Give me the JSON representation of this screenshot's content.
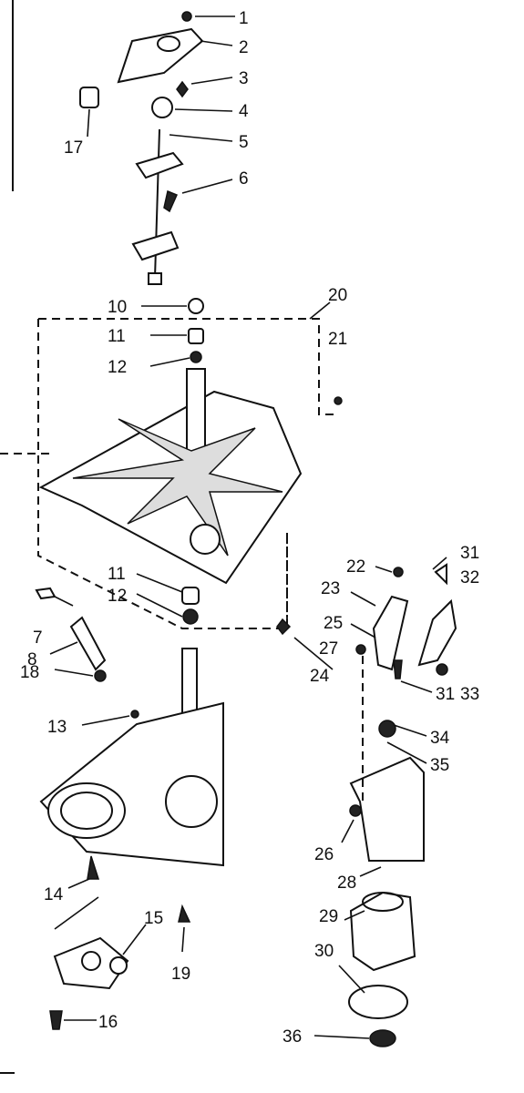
{
  "callouts": [
    "1",
    "2",
    "3",
    "4",
    "5",
    "6",
    "17",
    "10",
    "11",
    "12",
    "20",
    "21",
    "11",
    "12",
    "7",
    "8",
    "18",
    "13",
    "14",
    "15",
    "16",
    "19",
    "22",
    "23",
    "25",
    "27",
    "24",
    "31",
    "32",
    "33",
    "31",
    "34",
    "35",
    "26",
    "28",
    "29",
    "30",
    "36"
  ]
}
